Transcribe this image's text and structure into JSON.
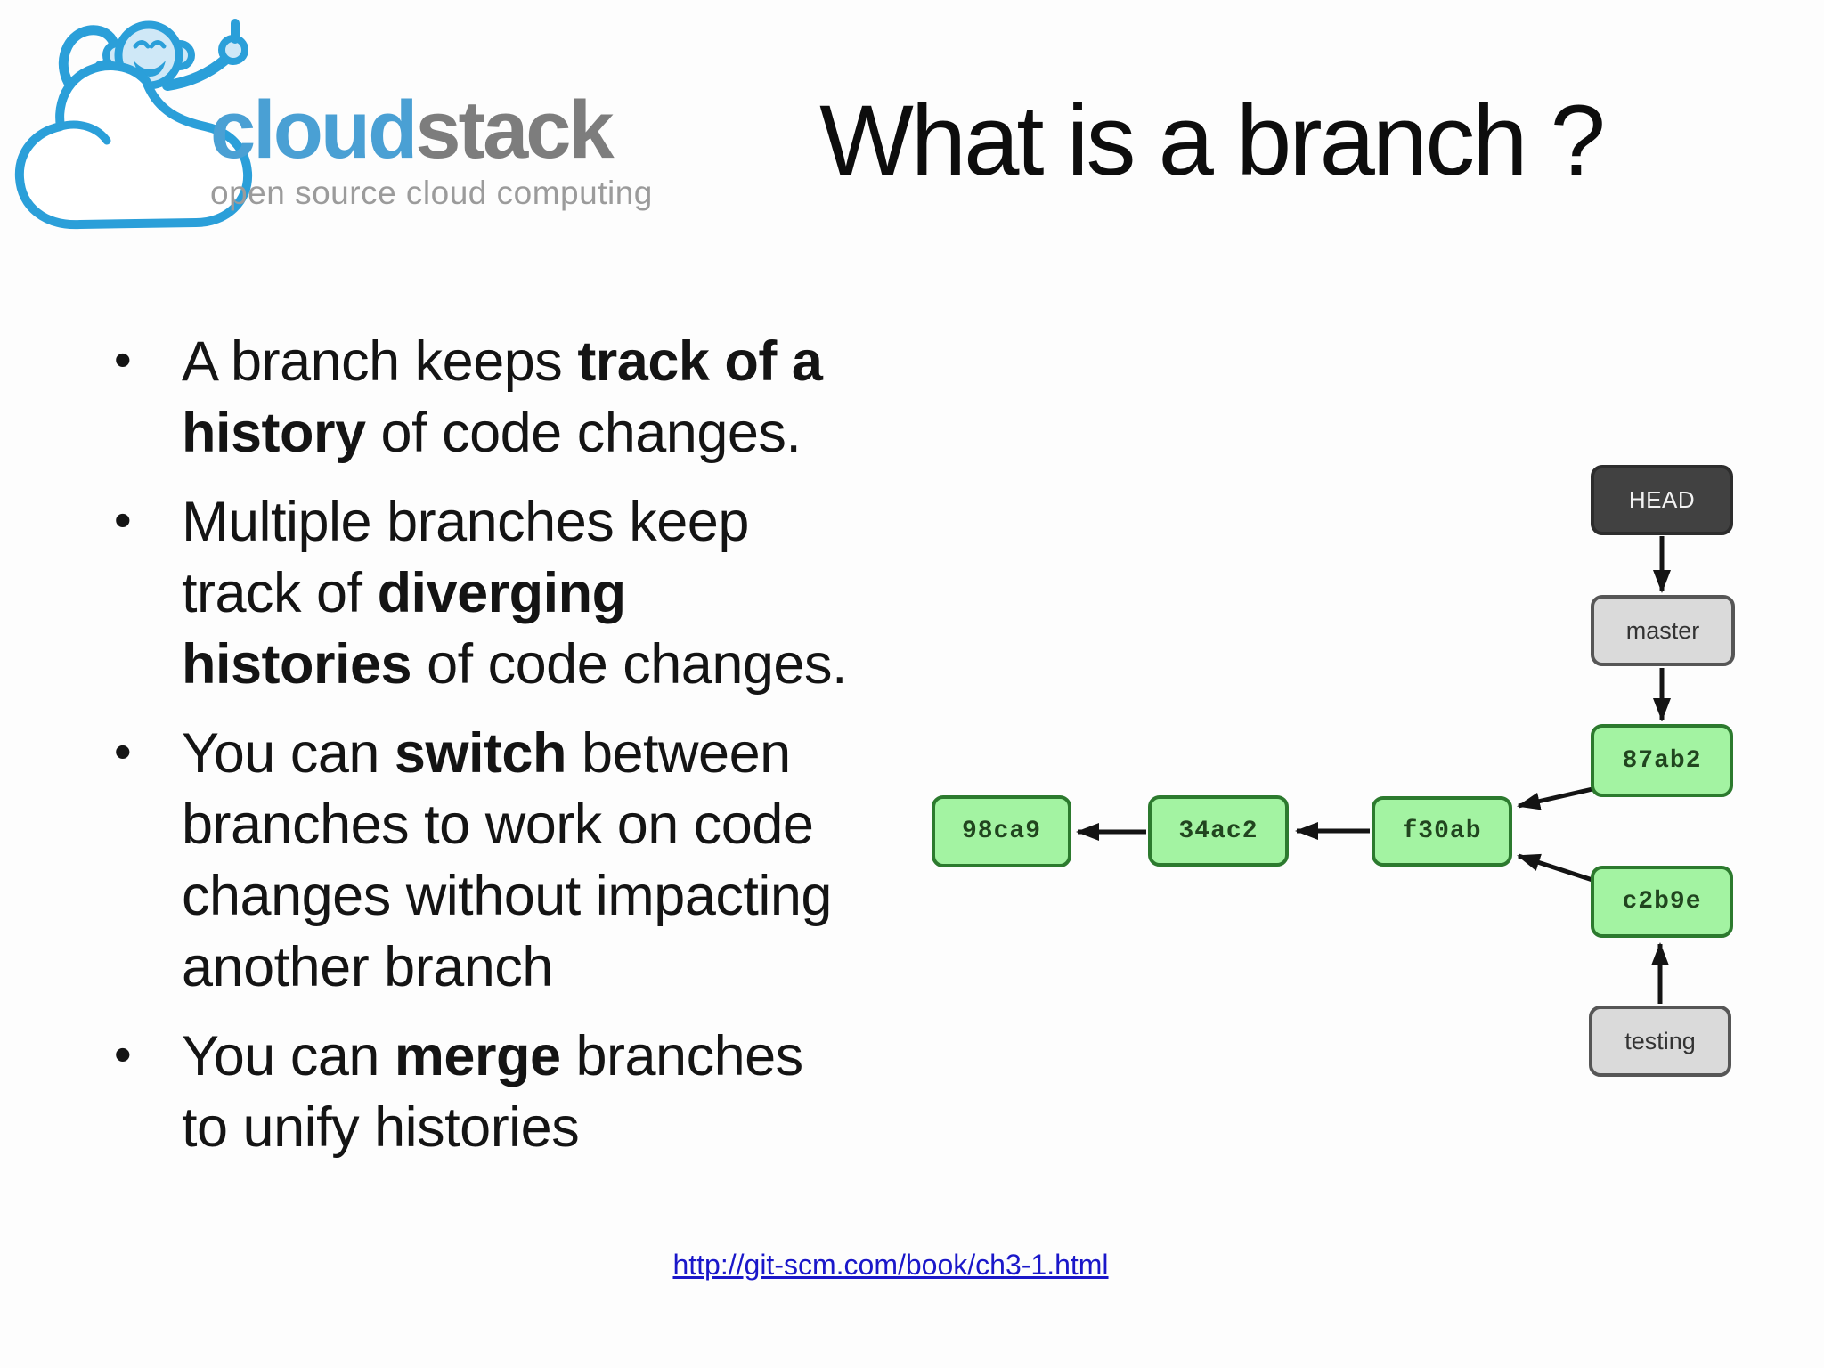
{
  "logo": {
    "brand_blue": "cloud",
    "brand_gray": "stack",
    "tagline": "open source cloud computing",
    "colors": {
      "blue": "#4aa0d4",
      "gray": "#7d7d7d",
      "tagline_gray": "#9b9b9b",
      "monkey_blue": "#2b9fd9"
    }
  },
  "header": {
    "title": "What is a branch ?"
  },
  "bullets": {
    "items": [
      {
        "pre": "A branch keeps ",
        "bold": "track of a history",
        "post": " of code changes."
      },
      {
        "pre": "Multiple branches keep track of ",
        "bold": "diverging histories",
        "post": " of code changes."
      },
      {
        "pre": "You can ",
        "bold": "switch",
        "post": " between branches to work on code changes without impacting another branch"
      },
      {
        "pre": "You can ",
        "bold": "merge",
        "post": " branches to unify histories"
      }
    ]
  },
  "footer": {
    "link": "http://git-scm.com/book/ch3-1.html",
    "link_color": "#1a17c9"
  },
  "diagram": {
    "nodes": [
      {
        "id": "head",
        "label": "HEAD",
        "type": "ref-dark"
      },
      {
        "id": "master",
        "label": "master",
        "type": "ref-gray"
      },
      {
        "id": "87ab2",
        "label": "87ab2",
        "type": "commit"
      },
      {
        "id": "c2b9e",
        "label": "c2b9e",
        "type": "commit"
      },
      {
        "id": "testing",
        "label": "testing",
        "type": "ref-gray"
      },
      {
        "id": "f30ab",
        "label": "f30ab",
        "type": "commit"
      },
      {
        "id": "34ac2",
        "label": "34ac2",
        "type": "commit"
      },
      {
        "id": "98ca9",
        "label": "98ca9",
        "type": "commit"
      }
    ],
    "edges": [
      {
        "from": "HEAD",
        "to": "master"
      },
      {
        "from": "master",
        "to": "87ab2"
      },
      {
        "from": "87ab2",
        "to": "f30ab"
      },
      {
        "from": "c2b9e",
        "to": "f30ab"
      },
      {
        "from": "testing",
        "to": "c2b9e"
      },
      {
        "from": "f30ab",
        "to": "34ac2"
      },
      {
        "from": "34ac2",
        "to": "98ca9"
      }
    ],
    "colors": {
      "commit_fill": "#a3f3a2",
      "commit_border": "#2c7a2e",
      "commit_text": "#21451f",
      "ref_fill": "#dadada",
      "ref_border": "#565656",
      "head_fill": "#414141",
      "head_text": "#f2f2f2",
      "arrow": "#141414"
    }
  }
}
